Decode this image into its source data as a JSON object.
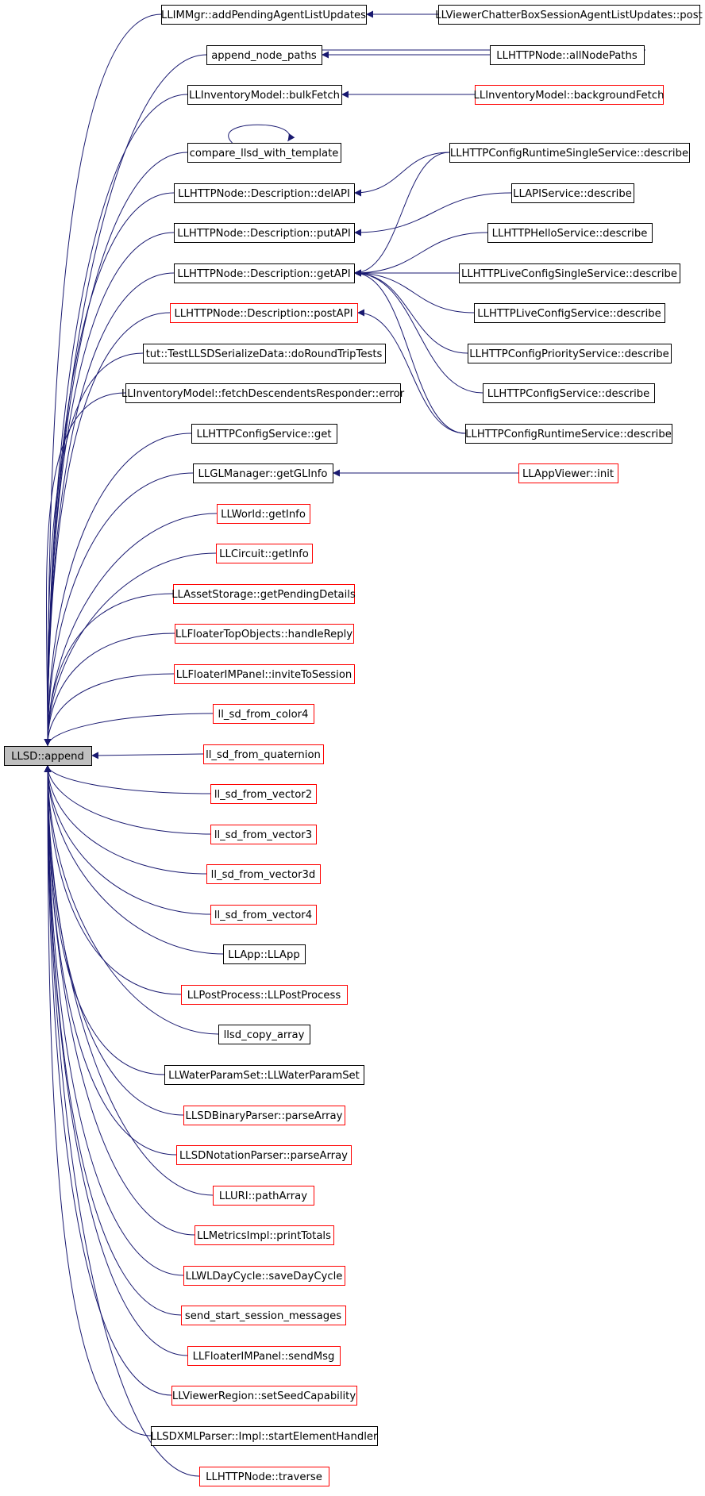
{
  "diagram": {
    "root": {
      "id": "root",
      "label": "LLSD::append",
      "border": "black",
      "fill": "#bfbfbf"
    },
    "nodes": [
      {
        "id": "n1",
        "label": "LLIMMgr::addPendingAgentListUpdates",
        "border": "black"
      },
      {
        "id": "n2",
        "label": "LLViewerChatterBoxSessionAgentListUpdates::post",
        "border": "black"
      },
      {
        "id": "n3",
        "label": "append_node_paths",
        "border": "black"
      },
      {
        "id": "n4",
        "label": "LLHTTPNode::allNodePaths",
        "border": "black"
      },
      {
        "id": "n5",
        "label": "LLInventoryModel::bulkFetch",
        "border": "black"
      },
      {
        "id": "n6",
        "label": "LLInventoryModel::backgroundFetch",
        "border": "red"
      },
      {
        "id": "n7",
        "label": "compare_llsd_with_template",
        "border": "black"
      },
      {
        "id": "n8",
        "label": "LLHTTPNode::Description::delAPI",
        "border": "black"
      },
      {
        "id": "n9",
        "label": "LLHTTPConfigRuntimeSingleService::describe",
        "border": "black"
      },
      {
        "id": "n10",
        "label": "LLHTTPNode::Description::putAPI",
        "border": "black"
      },
      {
        "id": "n11",
        "label": "LLAPIService::describe",
        "border": "black"
      },
      {
        "id": "n12",
        "label": "LLHTTPNode::Description::getAPI",
        "border": "black"
      },
      {
        "id": "n13",
        "label": "LLHTTPHelloService::describe",
        "border": "black"
      },
      {
        "id": "n14",
        "label": "LLHTTPLiveConfigSingleService::describe",
        "border": "black"
      },
      {
        "id": "n15",
        "label": "LLHTTPLiveConfigService::describe",
        "border": "black"
      },
      {
        "id": "n16",
        "label": "LLHTTPNode::Description::postAPI",
        "border": "red"
      },
      {
        "id": "n17",
        "label": "LLHTTPConfigPriorityService::describe",
        "border": "black"
      },
      {
        "id": "n18",
        "label": "tut::TestLLSDSerializeData::doRoundTripTests",
        "border": "black"
      },
      {
        "id": "n19",
        "label": "LLHTTPConfigService::describe",
        "border": "black"
      },
      {
        "id": "n20",
        "label": "LLInventoryModel::fetchDescendentsResponder::error",
        "border": "black"
      },
      {
        "id": "n21",
        "label": "LLHTTPConfigRuntimeService::describe",
        "border": "black"
      },
      {
        "id": "n22",
        "label": "LLHTTPConfigService::get",
        "border": "black"
      },
      {
        "id": "n23",
        "label": "LLGLManager::getGLInfo",
        "border": "black"
      },
      {
        "id": "n24",
        "label": "LLAppViewer::init",
        "border": "red"
      },
      {
        "id": "n25",
        "label": "LLWorld::getInfo",
        "border": "red"
      },
      {
        "id": "n26",
        "label": "LLCircuit::getInfo",
        "border": "red"
      },
      {
        "id": "n27",
        "label": "LLAssetStorage::getPendingDetails",
        "border": "red"
      },
      {
        "id": "n28",
        "label": "LLFloaterTopObjects::handleReply",
        "border": "red"
      },
      {
        "id": "n29",
        "label": "LLFloaterIMPanel::inviteToSession",
        "border": "red"
      },
      {
        "id": "n30",
        "label": "ll_sd_from_color4",
        "border": "red"
      },
      {
        "id": "n31",
        "label": "ll_sd_from_quaternion",
        "border": "red"
      },
      {
        "id": "n32",
        "label": "ll_sd_from_vector2",
        "border": "red"
      },
      {
        "id": "n33",
        "label": "ll_sd_from_vector3",
        "border": "red"
      },
      {
        "id": "n34",
        "label": "ll_sd_from_vector3d",
        "border": "red"
      },
      {
        "id": "n35",
        "label": "ll_sd_from_vector4",
        "border": "red"
      },
      {
        "id": "n36",
        "label": "LLApp::LLApp",
        "border": "black"
      },
      {
        "id": "n37",
        "label": "LLPostProcess::LLPostProcess",
        "border": "red"
      },
      {
        "id": "n38",
        "label": "llsd_copy_array",
        "border": "black"
      },
      {
        "id": "n39",
        "label": "LLWaterParamSet::LLWaterParamSet",
        "border": "black"
      },
      {
        "id": "n40",
        "label": "LLSDBinaryParser::parseArray",
        "border": "red"
      },
      {
        "id": "n41",
        "label": "LLSDNotationParser::parseArray",
        "border": "red"
      },
      {
        "id": "n42",
        "label": "LLURI::pathArray",
        "border": "red"
      },
      {
        "id": "n43",
        "label": "LLMetricsImpl::printTotals",
        "border": "red"
      },
      {
        "id": "n44",
        "label": "LLWLDayCycle::saveDayCycle",
        "border": "red"
      },
      {
        "id": "n45",
        "label": "send_start_session_messages",
        "border": "red"
      },
      {
        "id": "n46",
        "label": "LLFloaterIMPanel::sendMsg",
        "border": "red"
      },
      {
        "id": "n47",
        "label": "LLViewerRegion::setSeedCapability",
        "border": "red"
      },
      {
        "id": "n48",
        "label": "LLSDXMLParser::Impl::startElementHandler",
        "border": "black"
      },
      {
        "id": "n49",
        "label": "LLHTTPNode::traverse",
        "border": "red"
      }
    ],
    "edges": [
      [
        "n1",
        "root"
      ],
      [
        "n3",
        "root"
      ],
      [
        "n5",
        "root"
      ],
      [
        "n7",
        "root"
      ],
      [
        "n8",
        "root"
      ],
      [
        "n10",
        "root"
      ],
      [
        "n12",
        "root"
      ],
      [
        "n16",
        "root"
      ],
      [
        "n18",
        "root"
      ],
      [
        "n20",
        "root"
      ],
      [
        "n22",
        "root"
      ],
      [
        "n23",
        "root"
      ],
      [
        "n25",
        "root"
      ],
      [
        "n26",
        "root"
      ],
      [
        "n27",
        "root"
      ],
      [
        "n28",
        "root"
      ],
      [
        "n29",
        "root"
      ],
      [
        "n30",
        "root"
      ],
      [
        "n31",
        "root"
      ],
      [
        "n32",
        "root"
      ],
      [
        "n33",
        "root"
      ],
      [
        "n34",
        "root"
      ],
      [
        "n35",
        "root"
      ],
      [
        "n36",
        "root"
      ],
      [
        "n37",
        "root"
      ],
      [
        "n38",
        "root"
      ],
      [
        "n39",
        "root"
      ],
      [
        "n40",
        "root"
      ],
      [
        "n41",
        "root"
      ],
      [
        "n42",
        "root"
      ],
      [
        "n43",
        "root"
      ],
      [
        "n44",
        "root"
      ],
      [
        "n45",
        "root"
      ],
      [
        "n46",
        "root"
      ],
      [
        "n47",
        "root"
      ],
      [
        "n48",
        "root"
      ],
      [
        "n49",
        "root"
      ],
      [
        "n2",
        "n1"
      ],
      [
        "n4",
        "n3"
      ],
      [
        "n3",
        "n4"
      ],
      [
        "n6",
        "n5"
      ],
      [
        "n7",
        "n7"
      ],
      [
        "n9",
        "n8"
      ],
      [
        "n11",
        "n10"
      ],
      [
        "n9",
        "n12"
      ],
      [
        "n13",
        "n12"
      ],
      [
        "n14",
        "n12"
      ],
      [
        "n15",
        "n12"
      ],
      [
        "n17",
        "n12"
      ],
      [
        "n19",
        "n12"
      ],
      [
        "n21",
        "n12"
      ],
      [
        "n21",
        "n16"
      ],
      [
        "n24",
        "n23"
      ]
    ],
    "colors": {
      "edge": "#191970",
      "red": "#ff0000",
      "black": "#000000",
      "root_fill": "#bfbfbf"
    }
  }
}
